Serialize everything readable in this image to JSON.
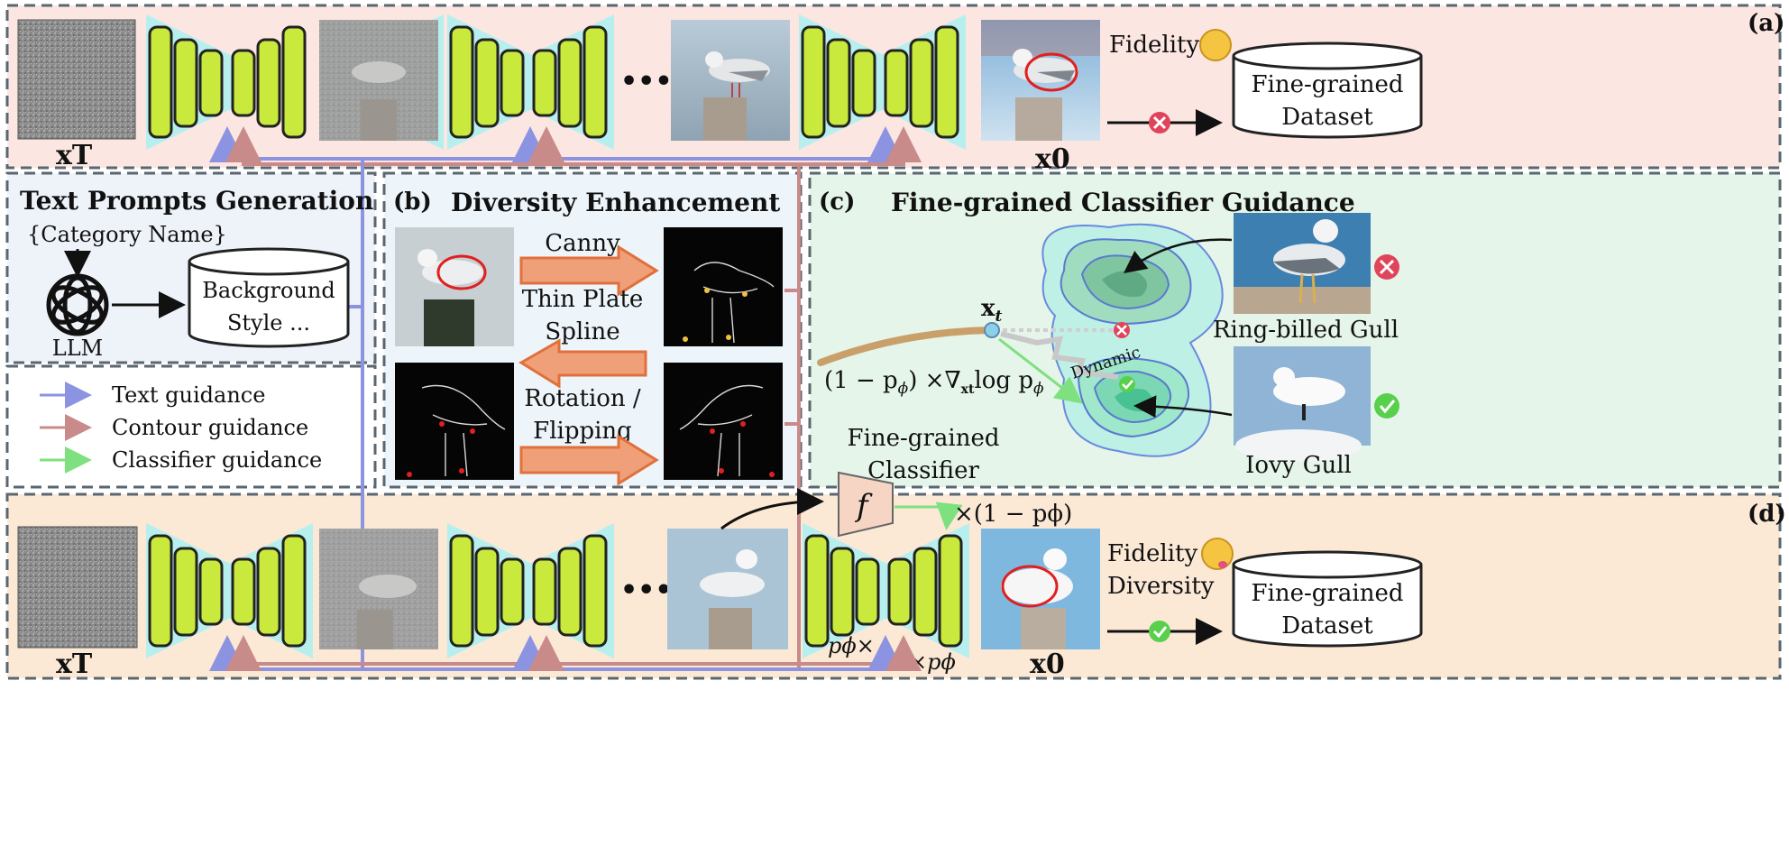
{
  "panel_a": {
    "tag": "(a)",
    "xT_label": "xT",
    "x0_label": "x0",
    "ellipsis": "•••",
    "fidelity": "Fidelity",
    "dataset_line1": "Fine-grained",
    "dataset_line2": "Dataset",
    "emoji": "🤨"
  },
  "text_prompts": {
    "title": "Text Prompts Generation",
    "category": "{Category Name}",
    "llm": "LLM",
    "bg_line1": "Background",
    "bg_line2": "Style ..."
  },
  "legend": {
    "items": [
      {
        "label": "Text guidance",
        "color": "#8c93e0"
      },
      {
        "label": "Contour guidance",
        "color": "#c98a8a"
      },
      {
        "label": "Classifier guidance",
        "color": "#7fe07f"
      }
    ]
  },
  "panel_b": {
    "tag": "(b)",
    "title": "Diversity Enhancement",
    "canny": "Canny",
    "tps_line1": "Thin Plate",
    "tps_line2": "Spline",
    "rot_line1": "Rotation /",
    "rot_line2": "Flipping"
  },
  "panel_c": {
    "tag": "(c)",
    "title": "Fine-grained Classifier Guidance",
    "xt": "x",
    "xt_sub": "t",
    "formula_a": "(1 − p",
    "formula_b": "ϕ",
    "formula_c": ") ×∇",
    "formula_d": "xt",
    "formula_e": "log p",
    "formula_f": "ϕ",
    "dynamic": "Dynamic",
    "ring_billed": "Ring-billed Gull",
    "iovy": "Iovy Gull"
  },
  "panel_d": {
    "tag": "(d)",
    "xT_label": "xT",
    "x0_label": "x0",
    "ellipsis": "•••",
    "fidelity": "Fidelity",
    "diversity": "Diversity",
    "dataset_line1": "Fine-grained",
    "dataset_line2": "Dataset",
    "classifier_line1": "Fine-grained",
    "classifier_line2": "Classifier",
    "f_label": "f",
    "mult_left": "pϕ×",
    "mult_right": "×pϕ",
    "mult_top": "×(1 − pϕ)",
    "emoji": "😋"
  },
  "colors": {
    "unet_green": "#c9ea3c",
    "unet_cyan": "#b7efef",
    "text_guidance": "#8c93e0",
    "contour_guidance": "#c98a8a",
    "classifier_guidance": "#7fe07f",
    "panel_a_bg": "#fbe6e2",
    "panel_d_bg": "#fbe9d6",
    "panel_b_bg": "#eef5fa",
    "panel_c_bg": "#e6f5e9",
    "text_prompts_bg": "#eef3fa"
  }
}
